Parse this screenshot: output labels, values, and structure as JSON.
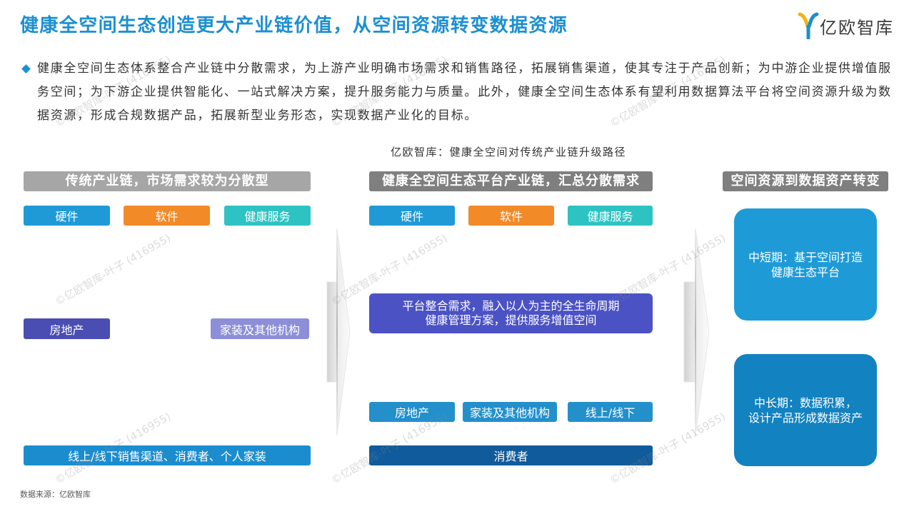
{
  "header": {
    "title": "健康全空间生态创造更大产业链价值，从空间资源转变数据资源",
    "logo_text": "亿欧智库"
  },
  "summary": {
    "text": "健康全空间生态体系整合产业链中分散需求，为上游产业明确市场需求和销售路径，拓展销售渠道，使其专注于产品创新；为中游企业提供增值服务空间；为下游企业提供智能化、一站式解决方案，提升服务能力与质量。此外，健康全空间生态体系有望利用数据算法平台将空间资源升级为数据资源，形成合规数据产品，拓展新型业务形态，实现数据产业化的目标。"
  },
  "diagram": {
    "title": "亿欧智库：健康全空间对传统产业链升级路径",
    "traditional": {
      "header": "传统产业链，市场需求较为分散型",
      "hardware": "硬件",
      "software": "软件",
      "health_service": "健康服务",
      "real_estate": "房地产",
      "home_decor": "家装及其他机构",
      "channels": "线上/线下销售渠道、消费者、个人家装"
    },
    "platform": {
      "header": "健康全空间生态平台产业链，汇总分散需求",
      "hardware": "硬件",
      "software": "软件",
      "health_service": "健康服务",
      "integration": "平台整合需求，融入以人为主的全生命周期\n健康管理方案，提供服务增值空间",
      "real_estate": "房地产",
      "home_decor": "家装及其他机构",
      "online_offline": "线上/线下",
      "consumers": "消费者"
    },
    "data_transition": {
      "header": "空间资源到数据资产转变",
      "short_mid_term": "中短期：基于空间打造\n健康生态平台",
      "mid_long_term": "中长期：数据积累，\n设计产品形成数据资产"
    }
  },
  "watermark": "©亿欧智库-叶子 (416955)",
  "footer": {
    "source": "数据来源：亿欧智库"
  },
  "colors": {
    "title": "#1c8fd1",
    "bullet": "#1c8fd1",
    "header_light": "#a6a6a6",
    "header_dark": "#7f7f7f",
    "hardware": "#1f9ad6",
    "software": "#f28a28",
    "health_service": "#2dc3c2",
    "real_estate": "#4a4db2",
    "home_decor": "#8c8fd7",
    "channels": "#1b8dcf",
    "platform_integration": "#4b52c4",
    "platform_supply": "#2390cc",
    "consumers": "#0f5b9b",
    "short_mid_term": "#1e9bd7",
    "mid_long_term": "#1282c0",
    "logo_yellow": "#f2b31a",
    "logo_blue": "#1a8fd0"
  }
}
